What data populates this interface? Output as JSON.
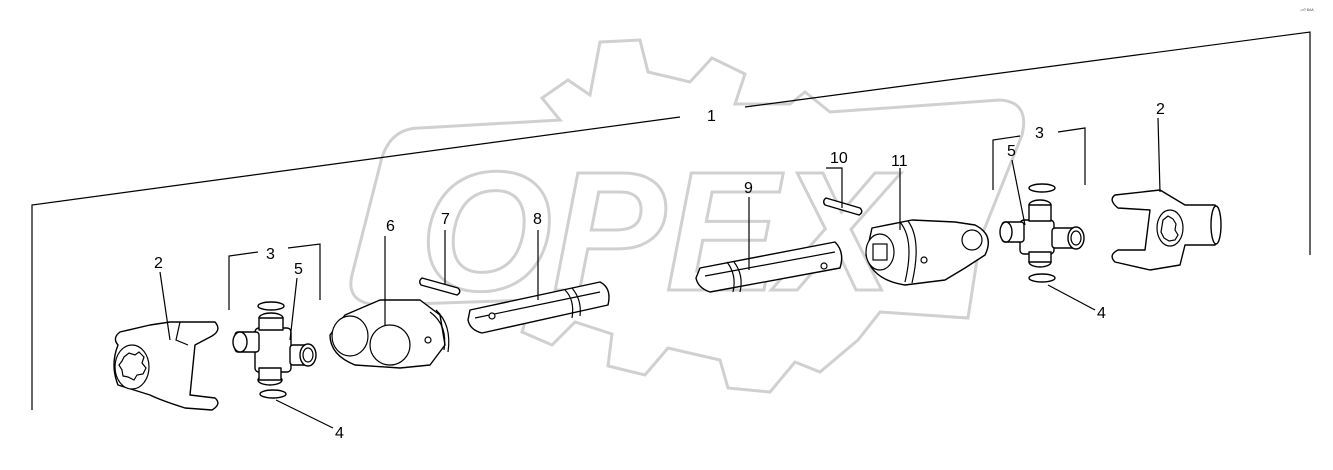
{
  "corner_code": "▫ᵒ⁰ ᴮᴬᴬ",
  "watermark": "OPEX",
  "callouts": {
    "c1": "1",
    "c2_left": "2",
    "c2_right": "2",
    "c3_left": "3",
    "c3_right": "3",
    "c4_left": "4",
    "c4_right": "4",
    "c5_left": "5",
    "c5_right": "5",
    "c6": "6",
    "c7": "7",
    "c8": "8",
    "c9": "9",
    "c10": "10",
    "c11": "11"
  }
}
